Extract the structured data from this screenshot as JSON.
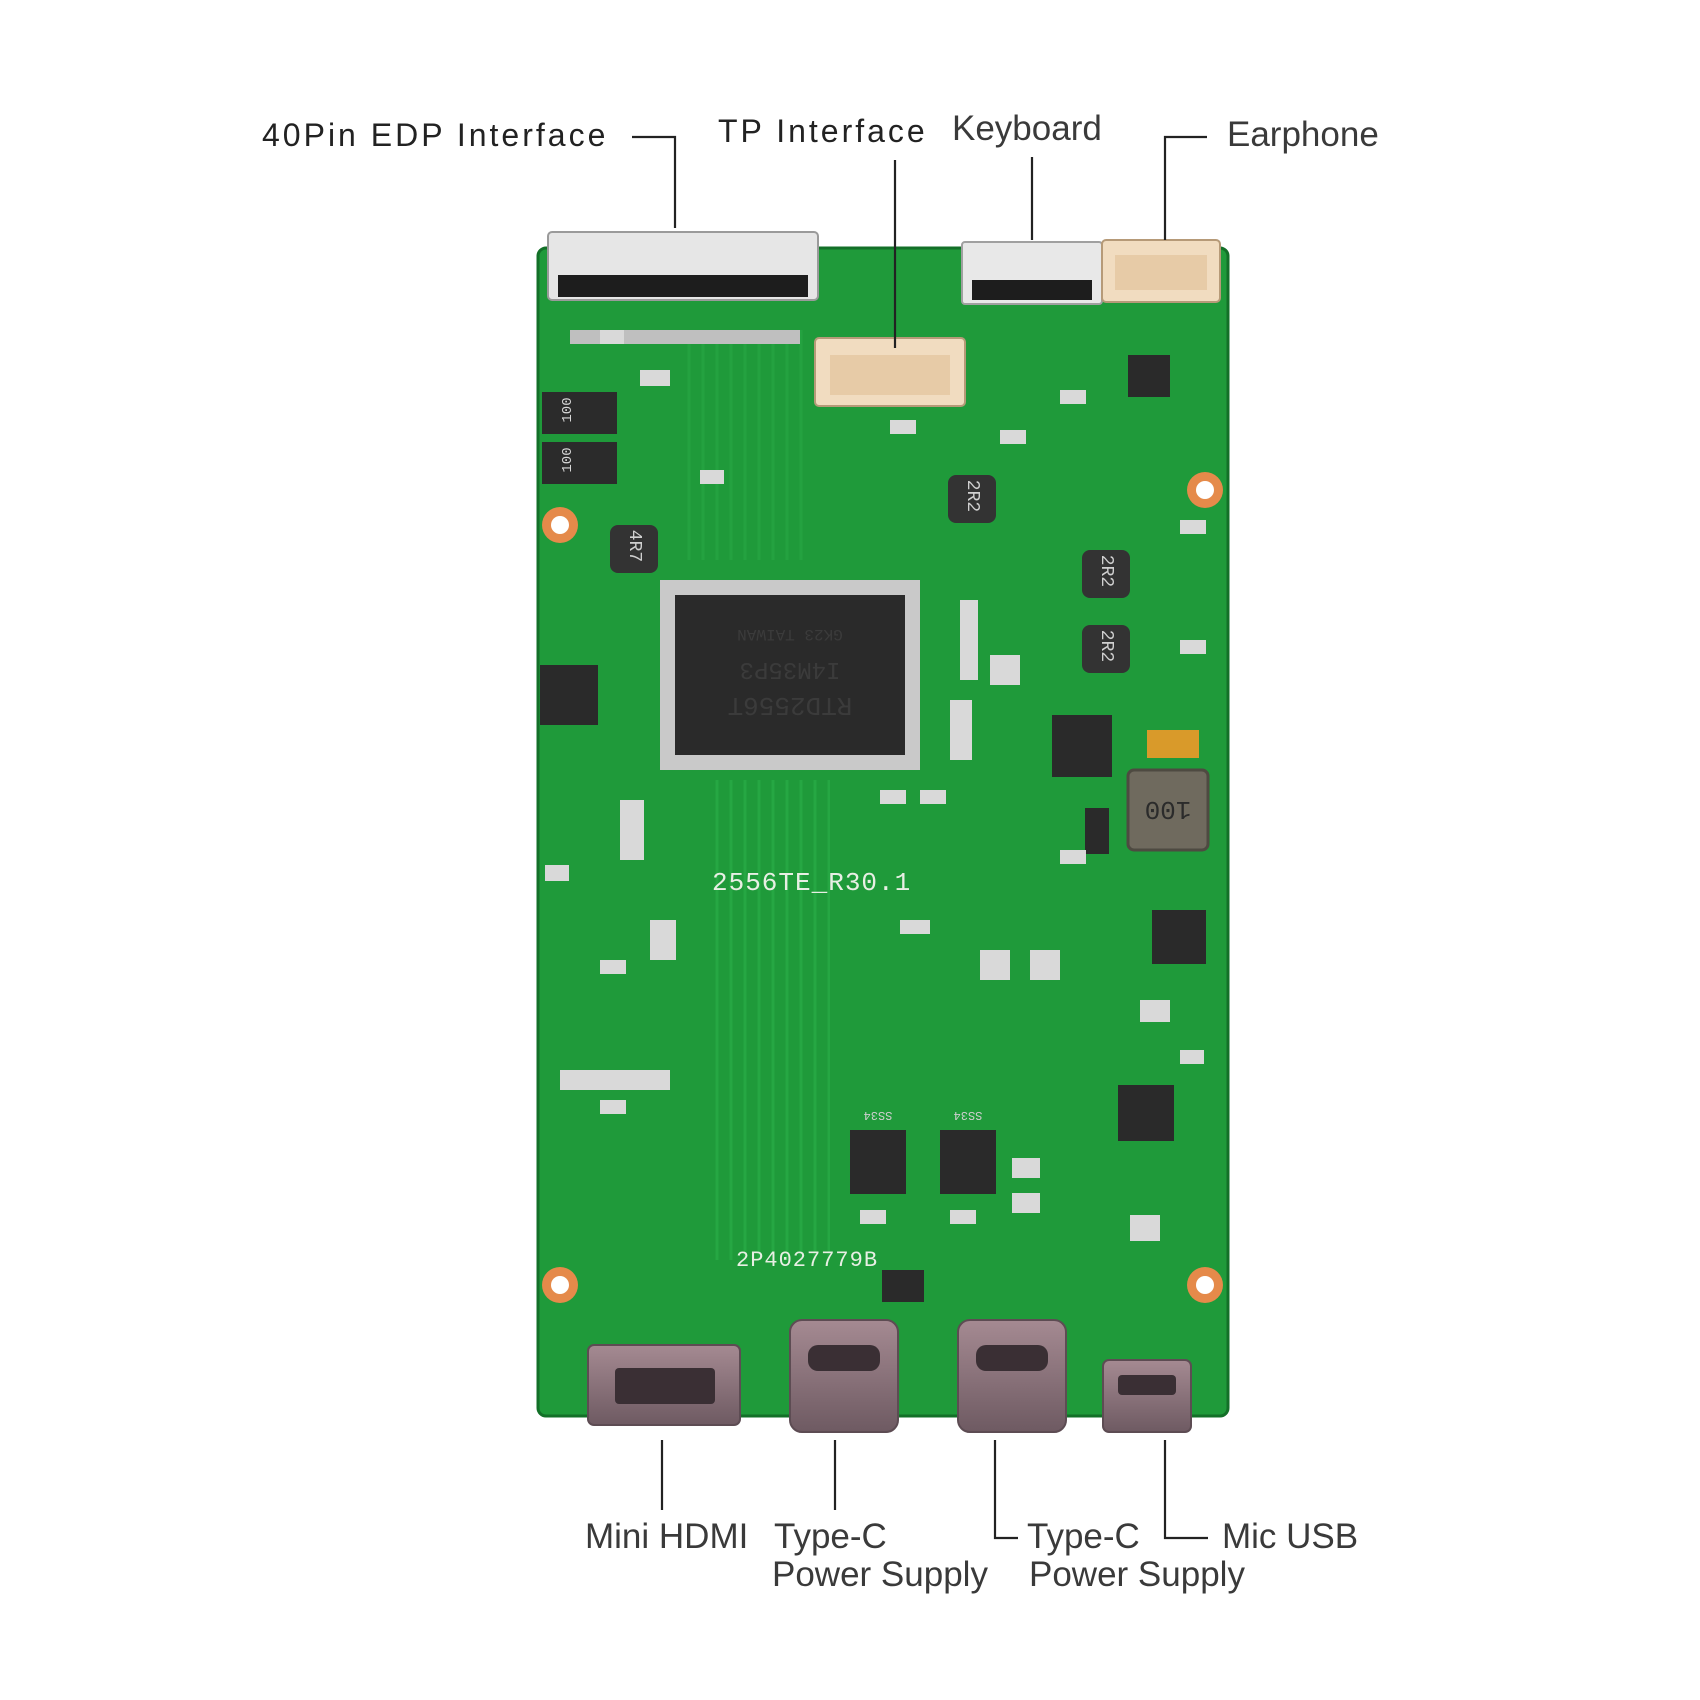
{
  "labels": {
    "edp": "40Pin EDP Interface",
    "tp": "TP Interface",
    "keyboard": "Keyboard",
    "earphone": "Earphone",
    "mini_hdmi": "Mini HDMI",
    "typec1_line1": "Type-C",
    "typec1_line2": "Power Supply",
    "typec2_line1": "Type-C",
    "typec2_line2": "Power Supply",
    "mic_usb": "Mic USB"
  },
  "board": {
    "silk_model": "2556TE_R30.1",
    "silk_serial": "2P4027779B",
    "main_chip_line1": "RTD2556T",
    "main_chip_line2": "I4M35P3",
    "main_chip_line3": "GK23  TAIWAN",
    "inductor_2r2_a": "2R2",
    "inductor_2r2_b": "2R2",
    "inductor_2r2_c": "2R2",
    "inductor_4r7": "4R7",
    "inductor_100": "100",
    "cap_a": "100",
    "cap_b": "100",
    "ic_ss34_a": "SS34",
    "ic_ss34_b": "SS34"
  },
  "colors": {
    "pcb": "#1f9a3a",
    "pcb_dark": "#167a2c",
    "trace": "#2fb04a",
    "connector": "#f1dcc0",
    "port_metal": "#8a7078",
    "chip": "#2a2a2a"
  }
}
